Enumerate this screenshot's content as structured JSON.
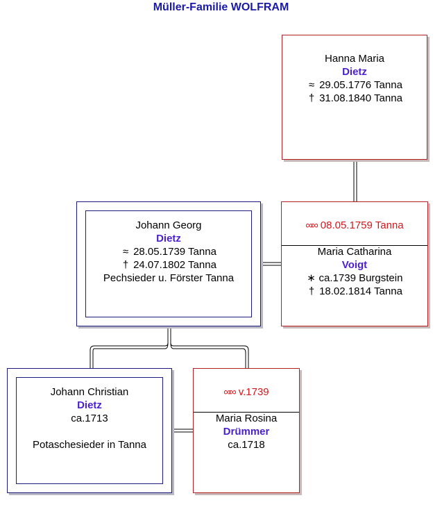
{
  "title": "Müller-Familie WOLFRAM",
  "colors": {
    "male_border": "#1b1b7a",
    "female_border": "#b02025",
    "surname": "#4a1fd0",
    "marriage": "#d4181c",
    "title": "#1a1aa8"
  },
  "icons": {
    "baptized": "approx-icon",
    "died": "cross-icon",
    "born": "asterisk-icon",
    "married": "rings-icon"
  },
  "hanna": {
    "given": "Hanna Maria",
    "surname": "Dietz",
    "baptized": "29.05.1776 Tanna",
    "died": "31.08.1840 Tanna"
  },
  "johann_georg": {
    "given": "Johann Georg",
    "surname": "Dietz",
    "baptized": "28.05.1739 Tanna",
    "died": "24.07.1802 Tanna",
    "occupation": "Pechsieder u. Förster Tanna"
  },
  "maria_catharina": {
    "marriage": "08.05.1759 Tanna",
    "given": "Maria Catharina",
    "surname": "Voigt",
    "born": "ca.1739 Burgstein",
    "died": "18.02.1814 Tanna"
  },
  "johann_christian": {
    "given": "Johann Christian",
    "surname": "Dietz",
    "date": "ca.1713",
    "occupation": "Potaschesieder in Tanna"
  },
  "maria_rosina": {
    "marriage": "v.1739",
    "given": "Maria Rosina",
    "surname": "Drümmer",
    "date": "ca.1718"
  }
}
